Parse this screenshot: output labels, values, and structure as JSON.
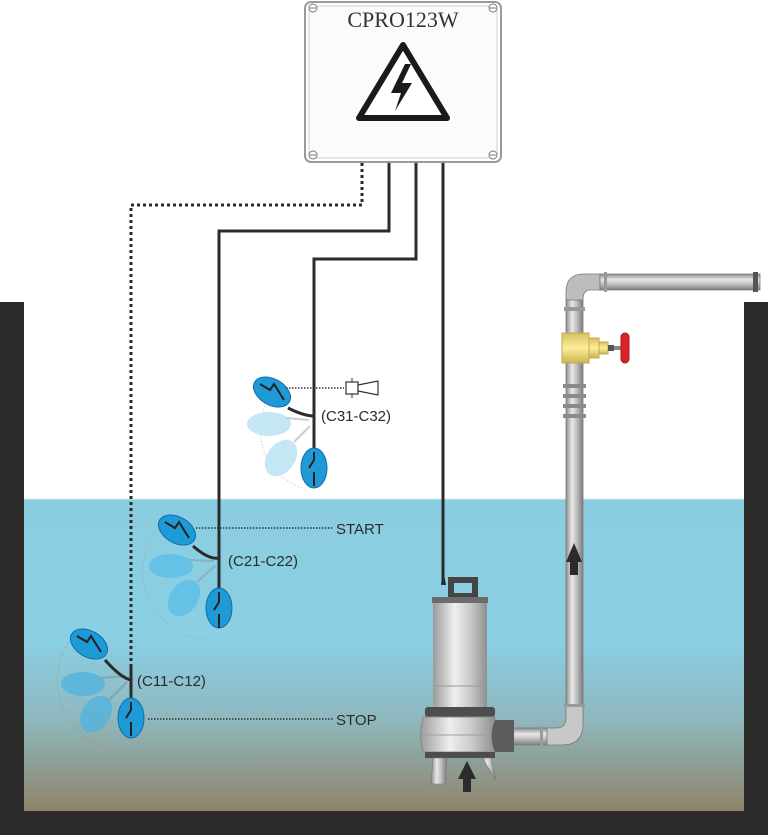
{
  "control_box": {
    "model": "CPRO123W",
    "icon": "high-voltage-warning-icon"
  },
  "floats": [
    {
      "id": "float-1",
      "terminal": "(C11-C12)",
      "level_label": "STOP",
      "cable_style": "dotted"
    },
    {
      "id": "float-2",
      "terminal": "(C21-C22)",
      "level_label": "START",
      "cable_style": "solid"
    },
    {
      "id": "float-3",
      "terminal": "(C31-C32)",
      "level_label": "",
      "alarm_icon": "horn-alarm-icon",
      "cable_style": "solid"
    }
  ],
  "pump": {
    "name": "submersible-pump"
  },
  "pipe": {
    "valve": "gate-valve",
    "flow_arrow": "up-arrow-icon"
  },
  "colors": {
    "water_top": "#8bcde0",
    "sediment_bottom": "#8e8368",
    "wall": "#2b2a28",
    "float_blue": "#1e9ad6",
    "float_faded": "#a9dbf0",
    "valve_brass": "#f2e28a",
    "valve_handle": "#d9252a",
    "cable": "#2b2b2b"
  }
}
